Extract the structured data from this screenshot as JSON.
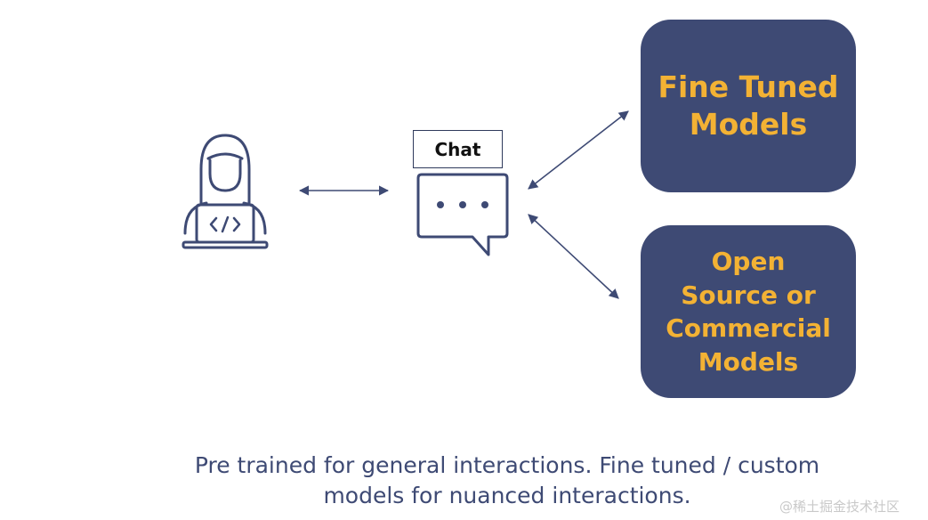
{
  "chat_label": "Chat",
  "boxes": {
    "fine_tuned": "Fine Tuned\nModels",
    "open_source": "Open\nSource or\nCommercial\nModels"
  },
  "caption": "Pre trained for general interactions. Fine tuned / custom\nmodels for nuanced interactions.",
  "watermark": "@稀土掘金技术社区",
  "colors": {
    "box_fill": "#3e4a74",
    "box_text": "#f3b234",
    "line": "#3e4a74",
    "caption": "#3e4a74"
  },
  "icons": [
    "developer-laptop-icon",
    "chat-bubble-icon"
  ]
}
